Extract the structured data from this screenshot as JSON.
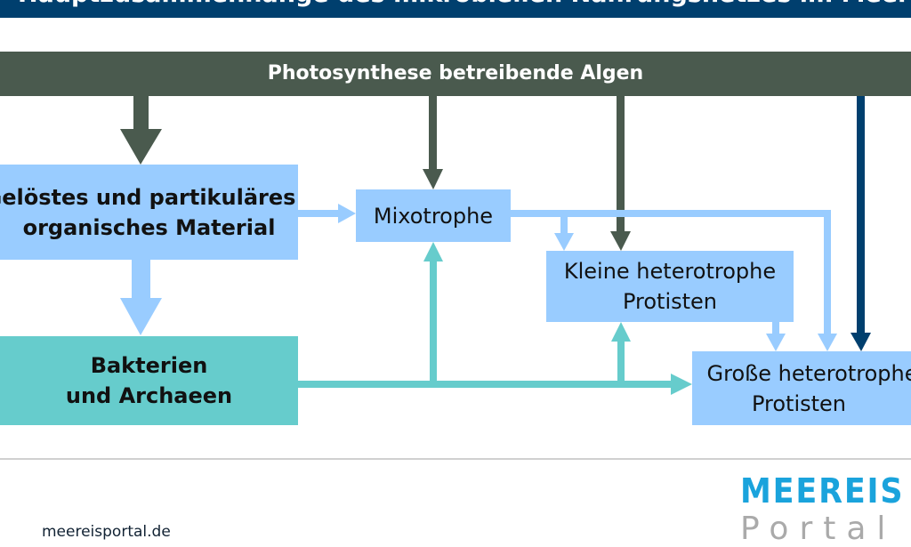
{
  "title": "Hauptzusammenhänge des mikrobiellen Nahrungsnetzes im Meereis",
  "nodes": {
    "algae": "Photosynthese betreibende Algen",
    "organic_line1": "Gelöstes und partikuläres",
    "organic_line2": "organisches Material",
    "bacteria_line1": "Bakterien",
    "bacteria_line2": "und Archaeen",
    "mixotrophs": "Mixotrophe",
    "small_line1": "Kleine heterotrophe",
    "small_line2": "Protisten",
    "large_line1": "Große heterotrophe",
    "large_line2": "Protisten"
  },
  "footer": {
    "url": "meereisportal.de",
    "logo_line1": "MEEREIS",
    "logo_line2": "Portal"
  },
  "colors": {
    "header": "#003f6e",
    "algae": "#4a5a4e",
    "light_blue": "#99ccff",
    "teal": "#66cccc",
    "navy_arrow": "#003f6e",
    "logo": "#1aa3dc"
  }
}
